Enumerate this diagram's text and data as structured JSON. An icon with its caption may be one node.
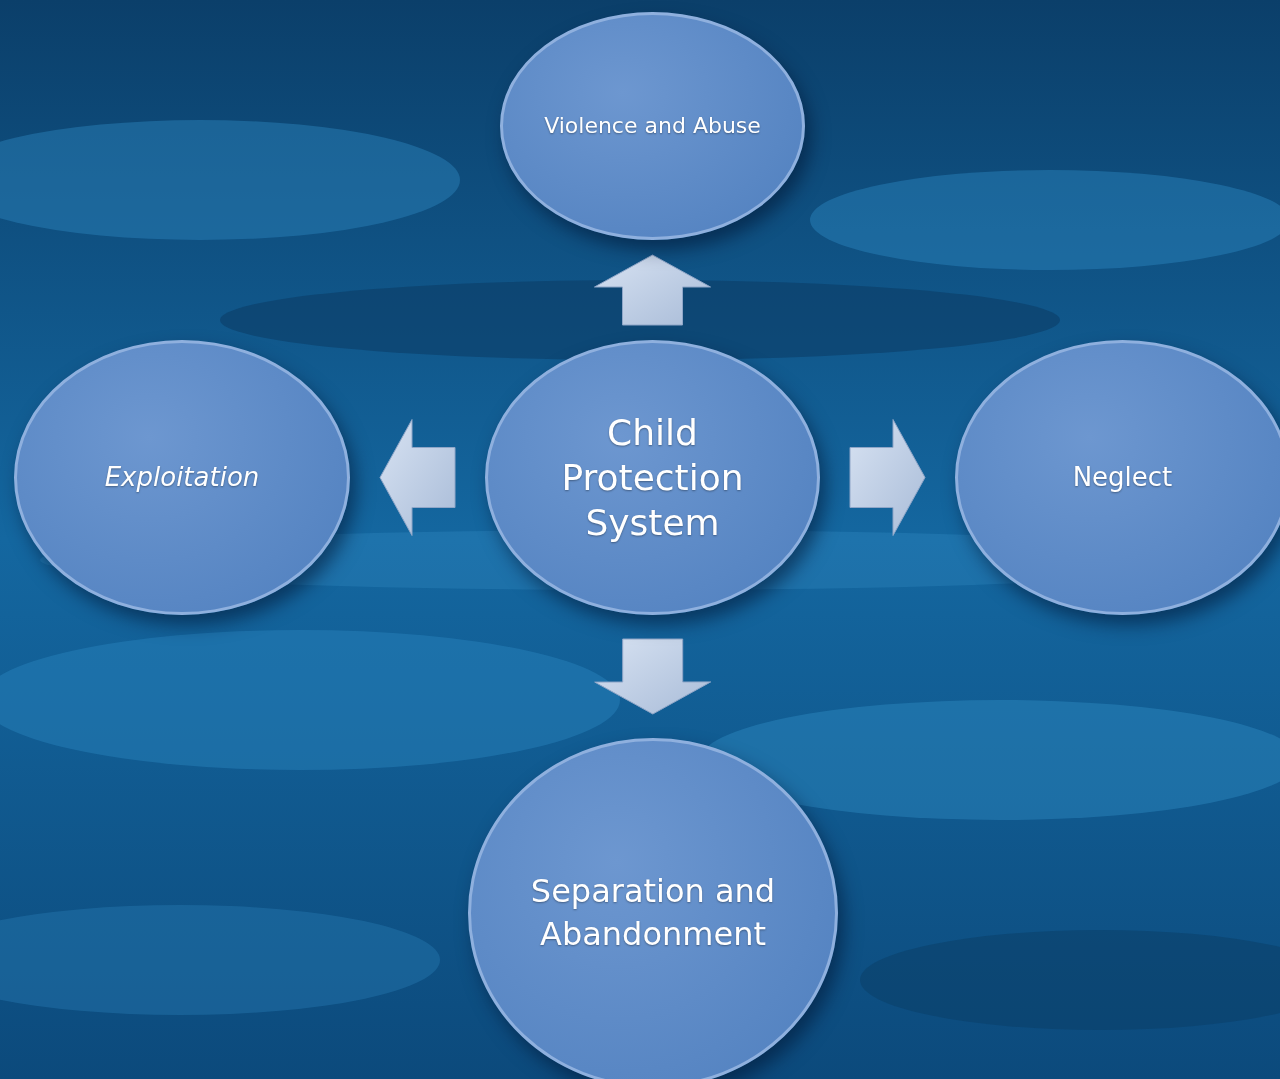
{
  "diagram": {
    "nodes": [
      {
        "text": [
          "Violence and Abuse"
        ]
      },
      {
        "text": [
          "Exploitation"
        ]
      },
      {
        "text": [
          "Child Protection System"
        ]
      },
      {
        "text": [
          "Neglect"
        ]
      },
      {
        "text": [
          "Separation and Abandonment"
        ]
      }
    ],
    "edges": [
      {
        "from": 2,
        "to": 0,
        "arrow": "to"
      },
      {
        "from": 2,
        "to": 1,
        "arrow": "to"
      },
      {
        "from": 2,
        "to": 3,
        "arrow": "to"
      },
      {
        "from": 2,
        "to": 4,
        "arrow": "to"
      }
    ]
  }
}
